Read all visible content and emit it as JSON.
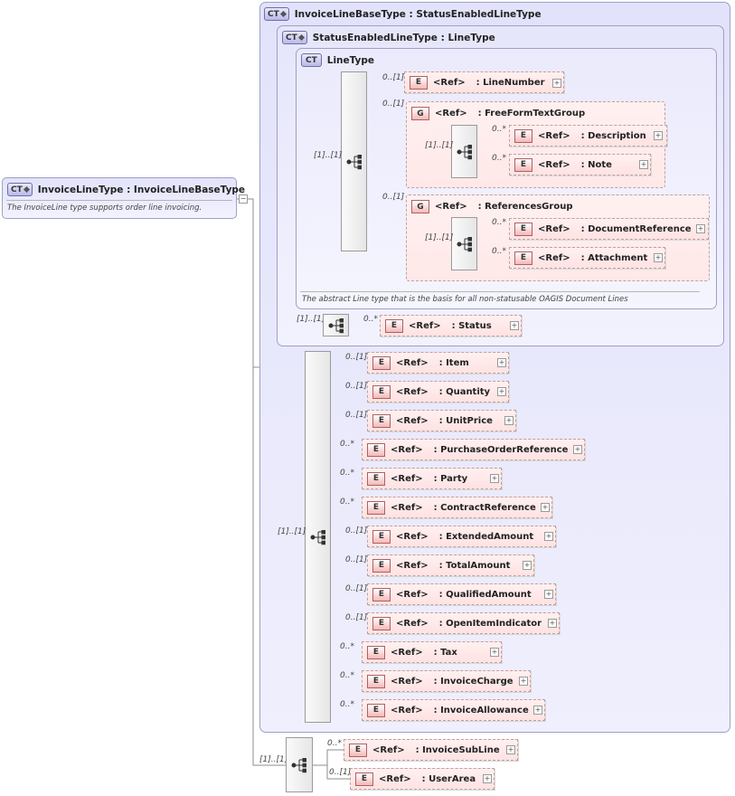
{
  "root": {
    "badge": "CT",
    "title": "InvoiceLineType : InvoiceLineBaseType",
    "description": "The InvoiceLine type supports order line invoicing."
  },
  "base_type": {
    "badge": "CT",
    "title": "InvoiceLineBaseType : StatusEnabledLineType"
  },
  "status_type": {
    "badge": "CT",
    "title": "StatusEnabledLineType : LineType"
  },
  "line_type": {
    "badge": "CT",
    "title": "LineType",
    "description": "The abstract Line type that is the basis for all non-statusable OAGIS Document Lines"
  },
  "labels": {
    "element_badge": "E",
    "group_badge": "G",
    "ref": "<Ref>"
  },
  "line_type_seq_card": "[1]..[1]",
  "line_number": {
    "card": "0..[1]",
    "name": ": LineNumber"
  },
  "free_form_group": {
    "card": "0..[1]",
    "name": ": FreeFormTextGroup",
    "seq_card": "[1]..[1]",
    "items": [
      {
        "card": "0..*",
        "name": ": Description"
      },
      {
        "card": "0..*",
        "name": ": Note"
      }
    ]
  },
  "references_group": {
    "card": "0..[1]",
    "name": ": ReferencesGroup",
    "seq_card": "[1]..[1]",
    "items": [
      {
        "card": "0..*",
        "name": ": DocumentReference"
      },
      {
        "card": "0..*",
        "name": ": Attachment"
      }
    ]
  },
  "status_seq_card": "[1]..[1]",
  "status": {
    "card": "0..*",
    "name": ": Status"
  },
  "base_seq_card": "[1]..[1]",
  "base_items": [
    {
      "card": "0..[1]",
      "name": ": Item"
    },
    {
      "card": "0..[1]",
      "name": ": Quantity"
    },
    {
      "card": "0..[1]",
      "name": ": UnitPrice"
    },
    {
      "card": "0..*",
      "name": ": PurchaseOrderReference"
    },
    {
      "card": "0..*",
      "name": ": Party"
    },
    {
      "card": "0..*",
      "name": ": ContractReference"
    },
    {
      "card": "0..[1]",
      "name": ": ExtendedAmount"
    },
    {
      "card": "0..[1]",
      "name": ": TotalAmount"
    },
    {
      "card": "0..[1]",
      "name": ": QualifiedAmount"
    },
    {
      "card": "0..[1]",
      "name": ": OpenItemIndicator"
    },
    {
      "card": "0..*",
      "name": ": Tax"
    },
    {
      "card": "0..*",
      "name": ": InvoiceCharge"
    },
    {
      "card": "0..*",
      "name": ": InvoiceAllowance"
    }
  ],
  "root_seq_card": "[1]..[1]",
  "root_items": [
    {
      "card": "0..*",
      "name": ": InvoiceSubLine"
    },
    {
      "card": "0..[1]",
      "name": ": UserArea"
    }
  ]
}
